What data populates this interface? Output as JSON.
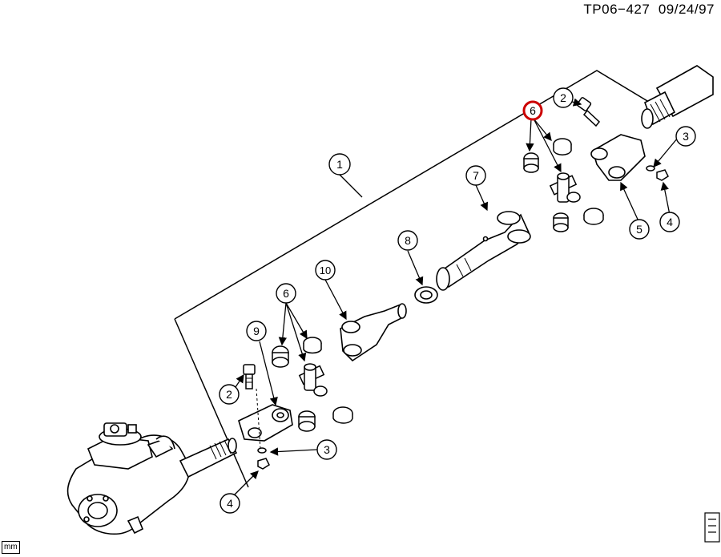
{
  "document": {
    "id": "TP06−427",
    "date": "09/24/97",
    "unit_tag": "mm"
  },
  "callouts": [
    {
      "id": "c1",
      "label": "1"
    },
    {
      "id": "c2a",
      "label": "2"
    },
    {
      "id": "c2b",
      "label": "2"
    },
    {
      "id": "c3a",
      "label": "3"
    },
    {
      "id": "c3b",
      "label": "3"
    },
    {
      "id": "c4a",
      "label": "4"
    },
    {
      "id": "c4b",
      "label": "4"
    },
    {
      "id": "c5",
      "label": "5"
    },
    {
      "id": "c6a",
      "label": "6",
      "highlighted": true
    },
    {
      "id": "c6b",
      "label": "6"
    },
    {
      "id": "c7",
      "label": "7"
    },
    {
      "id": "c8",
      "label": "8"
    },
    {
      "id": "c9",
      "label": "9"
    },
    {
      "id": "c10",
      "label": "10"
    }
  ],
  "colors": {
    "line": "#000000",
    "highlight": "#cc0000",
    "background": "#ffffff"
  }
}
